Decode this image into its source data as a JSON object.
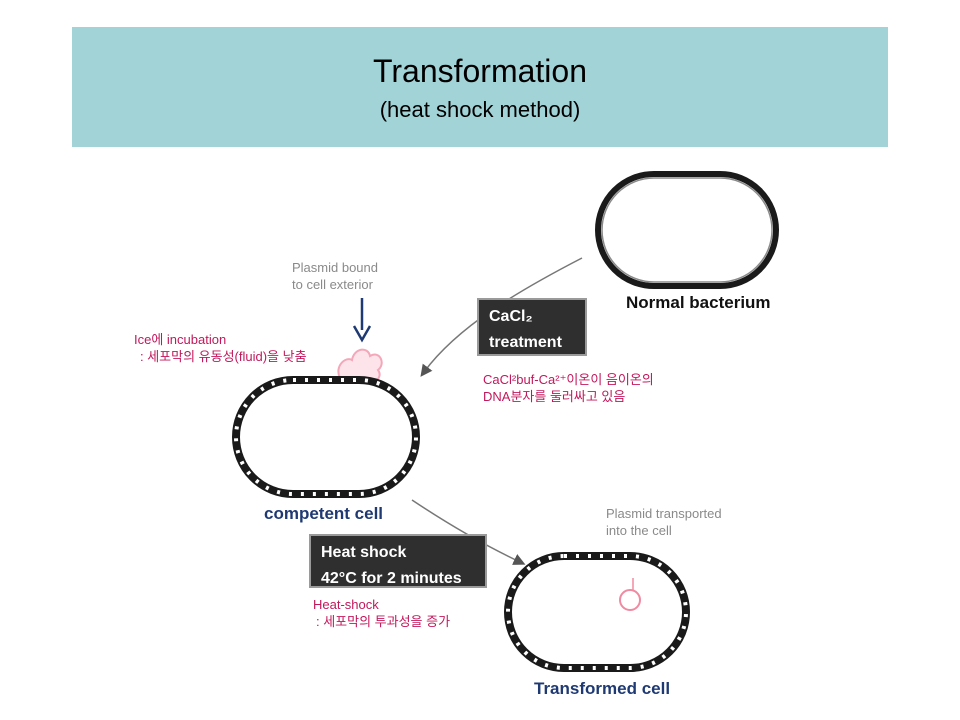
{
  "header": {
    "title": "Transformation",
    "subtitle": "(heat shock method)"
  },
  "labels": {
    "normal_bacterium": "Normal bacterium",
    "plasmid_bound_line1": "Plasmid bound",
    "plasmid_bound_line2": "to cell exterior",
    "ice_line1": "Ice에 incubation",
    "ice_line2": ": 세포막의 유동성(fluid)을 낮춤",
    "cacl_line1": "CaCl²buf-Ca²⁺이온이 음이온의",
    "cacl_line2": "DNA분자를 둘러싸고 있음",
    "competent_cell": "competent cell",
    "plasmid_transported_line1": "Plasmid transported",
    "plasmid_transported_line2": "into the cell",
    "heatshock_note_line1": "Heat-shock",
    "heatshock_note_line2": ": 세포막의 투과성을 증가",
    "transformed_cell": "Transformed cell"
  },
  "boxes": {
    "cacl2_line1": "CaCl₂",
    "cacl2_line2": "treatment",
    "heat_line1": "Heat shock",
    "heat_line2": "42°C for 2 minutes"
  },
  "colors": {
    "header_bg": "#a1d3d7",
    "label_pink": "#c2185b",
    "label_gray": "#8a8a8a",
    "label_blue": "#1f3a73",
    "box_bg": "#2f2f2f",
    "plasmid_pink": "#f4a7b9"
  }
}
